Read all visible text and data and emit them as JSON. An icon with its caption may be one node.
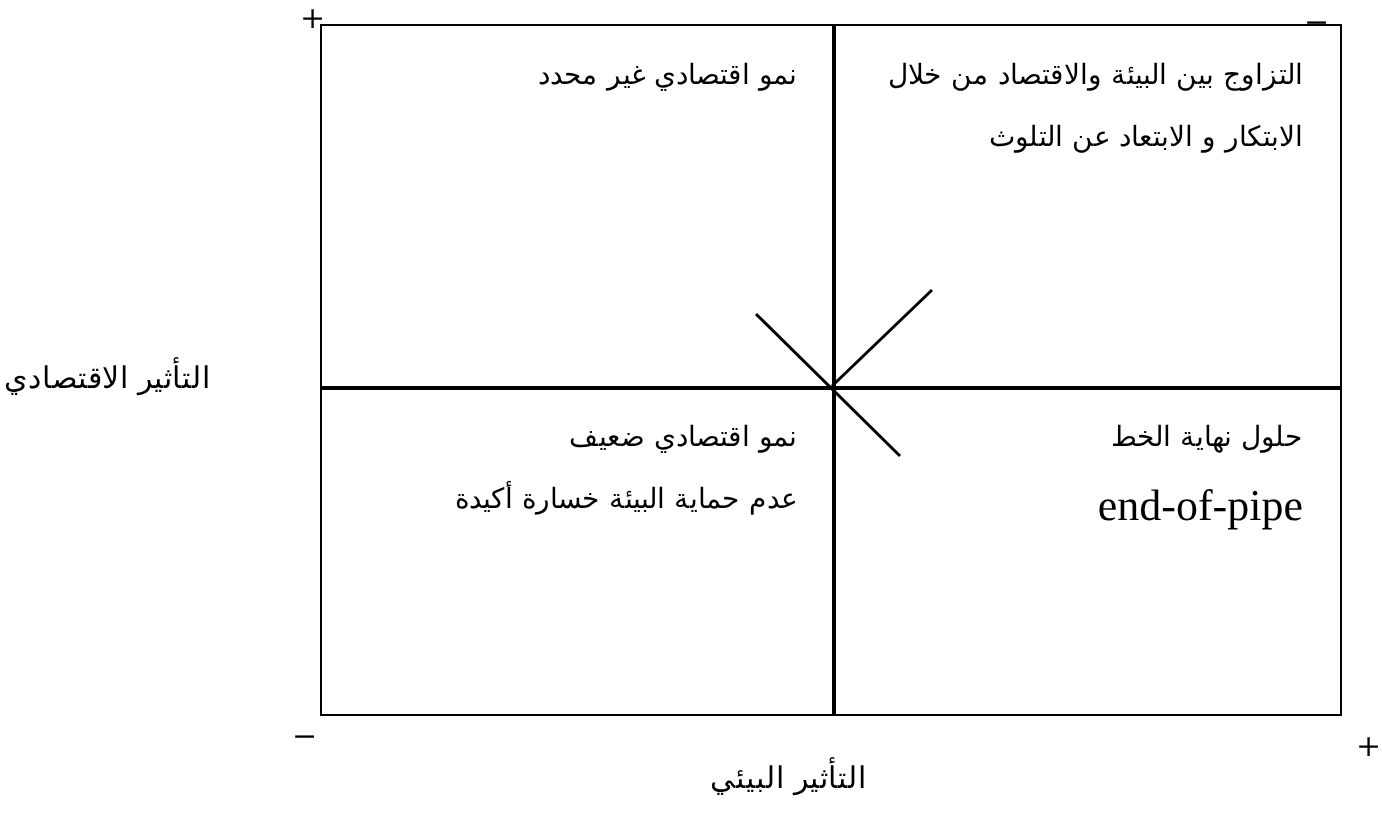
{
  "diagram": {
    "nodes": [
      {
        "text": [
          "نمو اقتصادي غير محدد"
        ]
      },
      {
        "text": [
          "التزاوج بين البيئة والاقتصاد من خلال الابتكار و الابتعاد عن التلوث"
        ]
      },
      {
        "text": [
          "نمو اقتصادي ضعيف",
          "عدم حماية البيئة خسارة أكيدة"
        ]
      },
      {
        "text": [
          "حلول نهاية الخط",
          "end-of-pipe"
        ]
      }
    ],
    "labels": [
      "+",
      "−",
      "التأثير الاقتصادي",
      "−",
      "+",
      "التأثير البيئي"
    ]
  }
}
